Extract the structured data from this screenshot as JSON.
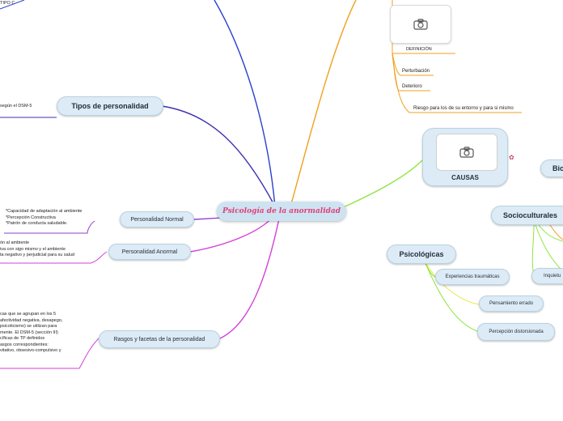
{
  "central": {
    "title": "Psicología de la anormalidad"
  },
  "top_left": {
    "text": "TIPO C"
  },
  "tipos": {
    "label": "Tipos de personalidad",
    "note": "según el DSM-5"
  },
  "normal": {
    "label": "Personalidad Normal",
    "notes": [
      "*Capacidad de adaptación al ambiente",
      "*Percepción Constructiva",
      "*Patrón de conducta saludable."
    ]
  },
  "anormal": {
    "label": "Personalidad Anormal",
    "notes": [
      "ón al ambiente",
      "iva con sigo mismo y el ambiente",
      "ta negativo y perjudicial para su salud"
    ]
  },
  "rasgos": {
    "label": "Rasgos y facetas de la personalidad",
    "notes": [
      "cas que se agrupan en los 5",
      "afectividad negativa, desapego,",
      "psicoticismo) se utilizan para",
      "mente. El DSM-5 (sección III)",
      "cíficas de TP definidos",
      "asgos correspondientes:",
      "vitativo, obsesivo-compulsivo y"
    ]
  },
  "definition": {
    "caption": "DEFINICIÓN",
    "items": [
      "Perturbación",
      "Deterioro",
      "Riesgo para los de su entorno y para si mismo"
    ]
  },
  "causas": {
    "label": "CAUSAS"
  },
  "bio": {
    "label": "Bio"
  },
  "socio": {
    "label": "Socioculturales",
    "child": "Inquietu"
  },
  "psico": {
    "label": "Psicológicas",
    "children": [
      "Experiencias traumáticas",
      "Pensamiento errado",
      "Percepción distorsionada"
    ]
  },
  "icons": [
    "camera-icon",
    "flower-icon"
  ],
  "colors": {
    "central_text": "#e0407a",
    "node_fill": "#dcebf5",
    "blue_branch": "#2b3fcf",
    "navy_branch": "#3b2fb0",
    "purple_branch": "#8a3fd0",
    "magenta_branch": "#d43fd8",
    "orange_branch": "#f0a020",
    "green_branch": "#8ee63f",
    "yellow_branch": "#e8e84a"
  }
}
